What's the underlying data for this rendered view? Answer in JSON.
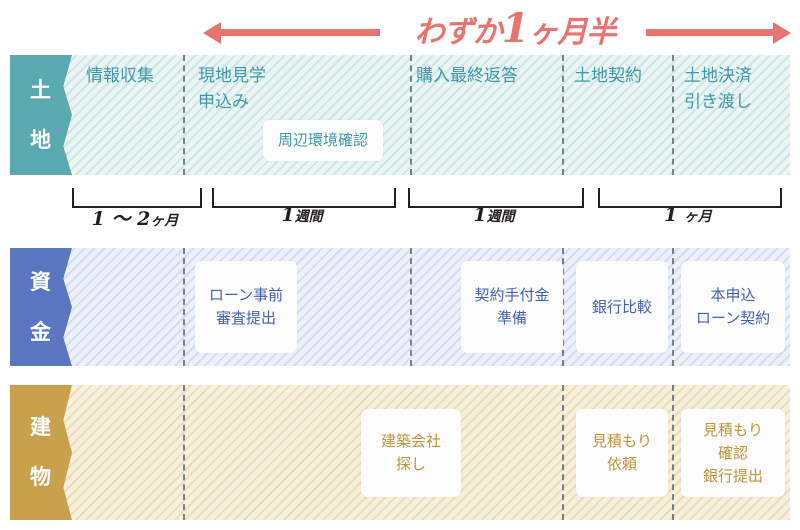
{
  "headline": {
    "text_prefix": "わずか",
    "text_number": "1",
    "text_suffix": "ヶ月半",
    "arrow_left_icon": "arrow-left-icon",
    "arrow_right_icon": "arrow-right-icon",
    "accent_color": "#e9736e"
  },
  "rows": [
    {
      "id": "land",
      "label_chars": [
        "土",
        "地"
      ],
      "label_color": "#5aa9b0",
      "band_color": "#eaf5f4",
      "phases": [
        "情報収集",
        "現地見学\n申込み",
        "購入最終返答",
        "土地契約",
        "土地決済\n引き渡し"
      ],
      "phase_line1": [
        "情報収集",
        "現地見学",
        "購入最終返答",
        "土地契約",
        "土地決済"
      ],
      "phase_line2": [
        "",
        "申込み",
        "",
        "",
        "引き渡し"
      ],
      "cards": [
        {
          "line1": "周辺環境確認",
          "line2": "",
          "line3": ""
        }
      ]
    },
    {
      "id": "fund",
      "label_chars": [
        "資",
        "金"
      ],
      "label_color": "#5a76c0",
      "band_color": "#eef1fa",
      "cards": [
        {
          "line1": "ローン事前",
          "line2": "審査提出",
          "line3": ""
        },
        {
          "line1": "契約手付金",
          "line2": "準備",
          "line3": ""
        },
        {
          "line1": "銀行比較",
          "line2": "",
          "line3": ""
        },
        {
          "line1": "本申込",
          "line2": "ローン契約",
          "line3": ""
        }
      ]
    },
    {
      "id": "build",
      "label_chars": [
        "建",
        "物"
      ],
      "label_color": "#c9a14c",
      "band_color": "#f6f0dd",
      "cards": [
        {
          "line1": "建築会社",
          "line2": "探し",
          "line3": ""
        },
        {
          "line1": "見積もり",
          "line2": "依頼",
          "line3": ""
        },
        {
          "line1": "見積もり",
          "line2": "確認",
          "line3": "銀行提出"
        }
      ]
    }
  ],
  "durations": [
    {
      "number": "1 ～ 2",
      "unit": "ヶ月"
    },
    {
      "number": "1",
      "unit": "週間"
    },
    {
      "number": "1",
      "unit": "週間"
    },
    {
      "number": "1",
      "unit": "ヶ月"
    }
  ]
}
